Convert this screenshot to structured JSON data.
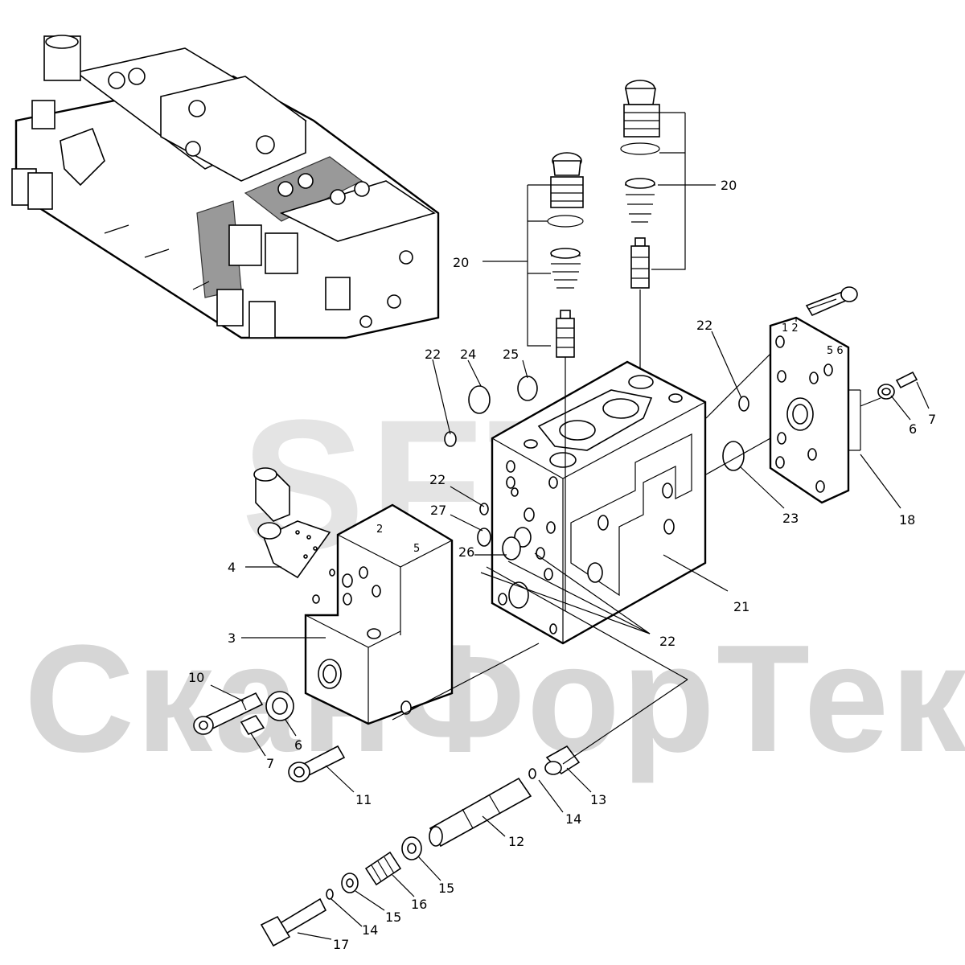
{
  "watermark": {
    "logo": "SFT",
    "company": "СканФорТек"
  },
  "body_marks": {
    "block3_top": [
      "2",
      "5"
    ],
    "plate18_top": [
      "1 2",
      "5 6"
    ]
  },
  "callouts": [
    {
      "id": "c20a",
      "text": "20"
    },
    {
      "id": "c20b",
      "text": "20"
    },
    {
      "id": "c22a",
      "text": "22"
    },
    {
      "id": "c24",
      "text": "24"
    },
    {
      "id": "c25",
      "text": "25"
    },
    {
      "id": "c22b",
      "text": "22"
    },
    {
      "id": "c22c",
      "text": "22"
    },
    {
      "id": "c27",
      "text": "27"
    },
    {
      "id": "c26",
      "text": "26"
    },
    {
      "id": "c22d",
      "text": "22"
    },
    {
      "id": "c21",
      "text": "21"
    },
    {
      "id": "c23",
      "text": "23"
    },
    {
      "id": "c18",
      "text": "18"
    },
    {
      "id": "c6a",
      "text": "6"
    },
    {
      "id": "c7a",
      "text": "7"
    },
    {
      "id": "c4",
      "text": "4"
    },
    {
      "id": "c3",
      "text": "3"
    },
    {
      "id": "c10",
      "text": "10"
    },
    {
      "id": "c6b",
      "text": "6"
    },
    {
      "id": "c7b",
      "text": "7"
    },
    {
      "id": "c11",
      "text": "11"
    },
    {
      "id": "c13",
      "text": "13"
    },
    {
      "id": "c14a",
      "text": "14"
    },
    {
      "id": "c12",
      "text": "12"
    },
    {
      "id": "c15a",
      "text": "15"
    },
    {
      "id": "c16",
      "text": "16"
    },
    {
      "id": "c15b",
      "text": "15"
    },
    {
      "id": "c14b",
      "text": "14"
    },
    {
      "id": "c17",
      "text": "17"
    }
  ]
}
